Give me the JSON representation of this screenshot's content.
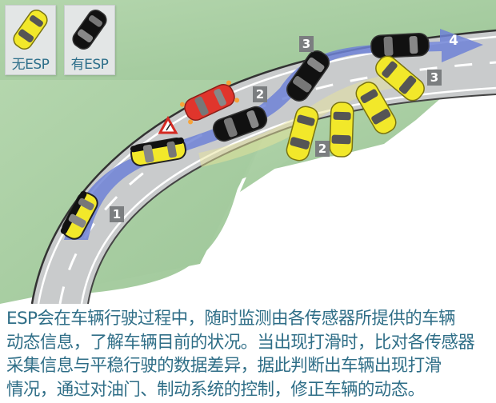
{
  "legend": {
    "without_esp": {
      "label": "无ESP",
      "car_color": "#f2e82a",
      "icon": "yellow-car-icon"
    },
    "with_esp": {
      "label": "有ESP",
      "car_color": "#111111",
      "icon": "black-car-icon"
    }
  },
  "scene": {
    "colors": {
      "grass": "#a9cfa4",
      "road": "#c9cbcc",
      "road_edge": "#3a3a3a",
      "lane_marking": "#ffffff",
      "esp_path": "#6f82d6",
      "marker_bg": "#7b7e80",
      "obstacle_car": "#e0352c",
      "yellow_car": "#f2e82a",
      "black_car": "#111111"
    },
    "markers": [
      {
        "id": "1",
        "label": "1",
        "position": "lower-left road, beside first car"
      },
      {
        "id": "2a",
        "label": "2",
        "position": "road center, near red obstacle car"
      },
      {
        "id": "2b",
        "label": "2",
        "position": "off-road, among skidding yellow cars"
      },
      {
        "id": "3a",
        "label": "3",
        "position": "upper road, start of correction"
      },
      {
        "id": "3b",
        "label": "3",
        "position": "right, beside yellow car"
      },
      {
        "id": "4",
        "label": "4",
        "position": "arrow head, end of ESP path"
      }
    ],
    "warning_sign": {
      "icon": "warning-triangle-icon"
    }
  },
  "description": {
    "lines": [
      "ESP会在车辆行驶过程中，随时监测由各传感器所提供的车辆",
      "动态信息，了解车辆目前的状况。当出现打滑时，比对各传感器",
      "采集信息与平稳行驶的数据差异，据此判断出车辆出现打滑",
      "情况，通过对油门、制动系统的控制，修正车辆的动态。"
    ]
  }
}
